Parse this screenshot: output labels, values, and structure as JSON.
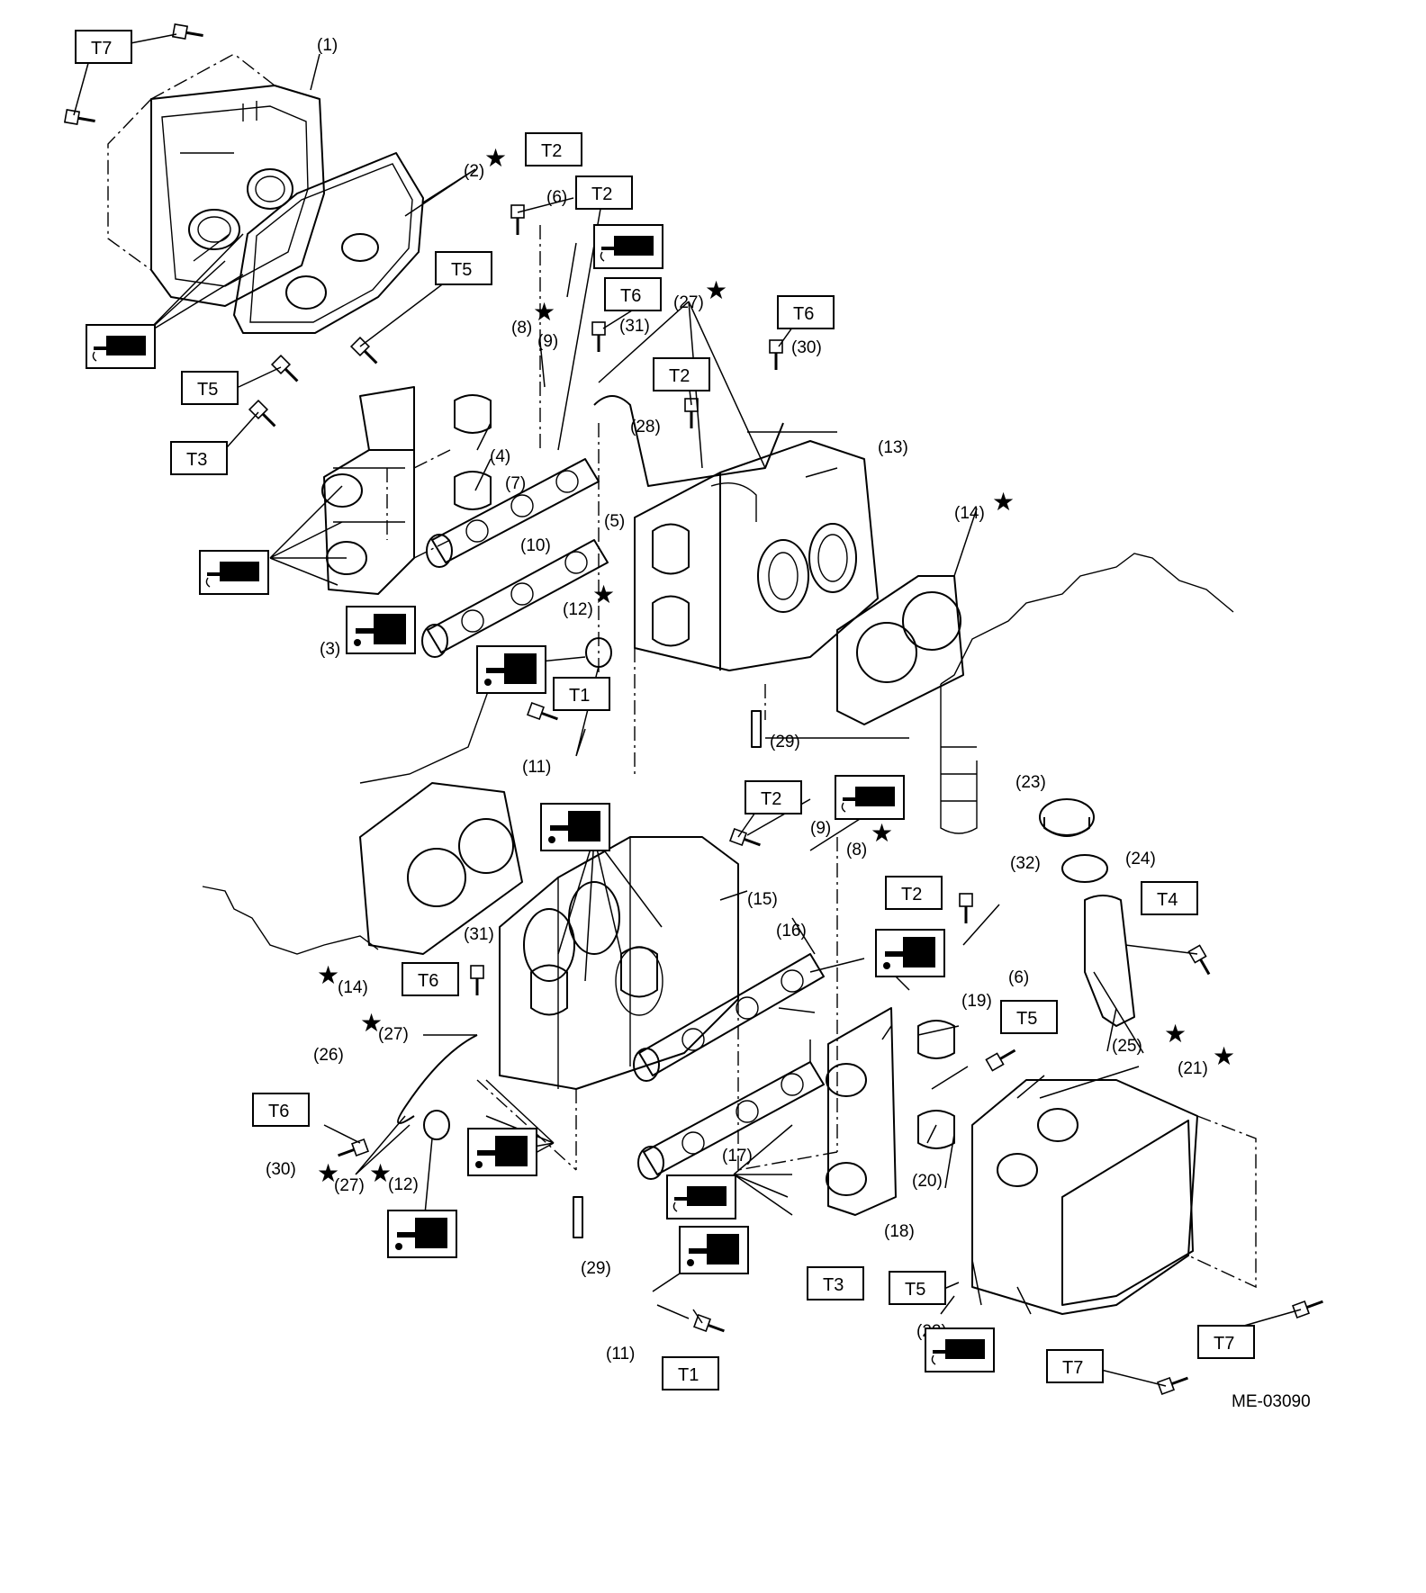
{
  "figure_code": "ME-03090",
  "callouts": [
    "(1)",
    "(2)",
    "(3)",
    "(4)",
    "(5)",
    "(6)",
    "(7)",
    "(8)",
    "(9)",
    "(10)",
    "(11)",
    "(12)",
    "(13)",
    "(14)",
    "(15)",
    "(16)",
    "(17)",
    "(18)",
    "(19)",
    "(20)",
    "(21)",
    "(22)",
    "(23)",
    "(24)",
    "(25)",
    "(26)",
    "(27)",
    "(28)",
    "(29)",
    "(30)",
    "(31)",
    "(32)"
  ],
  "torque_labels": [
    "T1",
    "T2",
    "T3",
    "T4",
    "T5",
    "T6",
    "T7"
  ],
  "symbols": {
    "replace_part": "★",
    "sealant_icon": "sealant-tube-icon",
    "oil_icon": "engine-oil-icon"
  }
}
